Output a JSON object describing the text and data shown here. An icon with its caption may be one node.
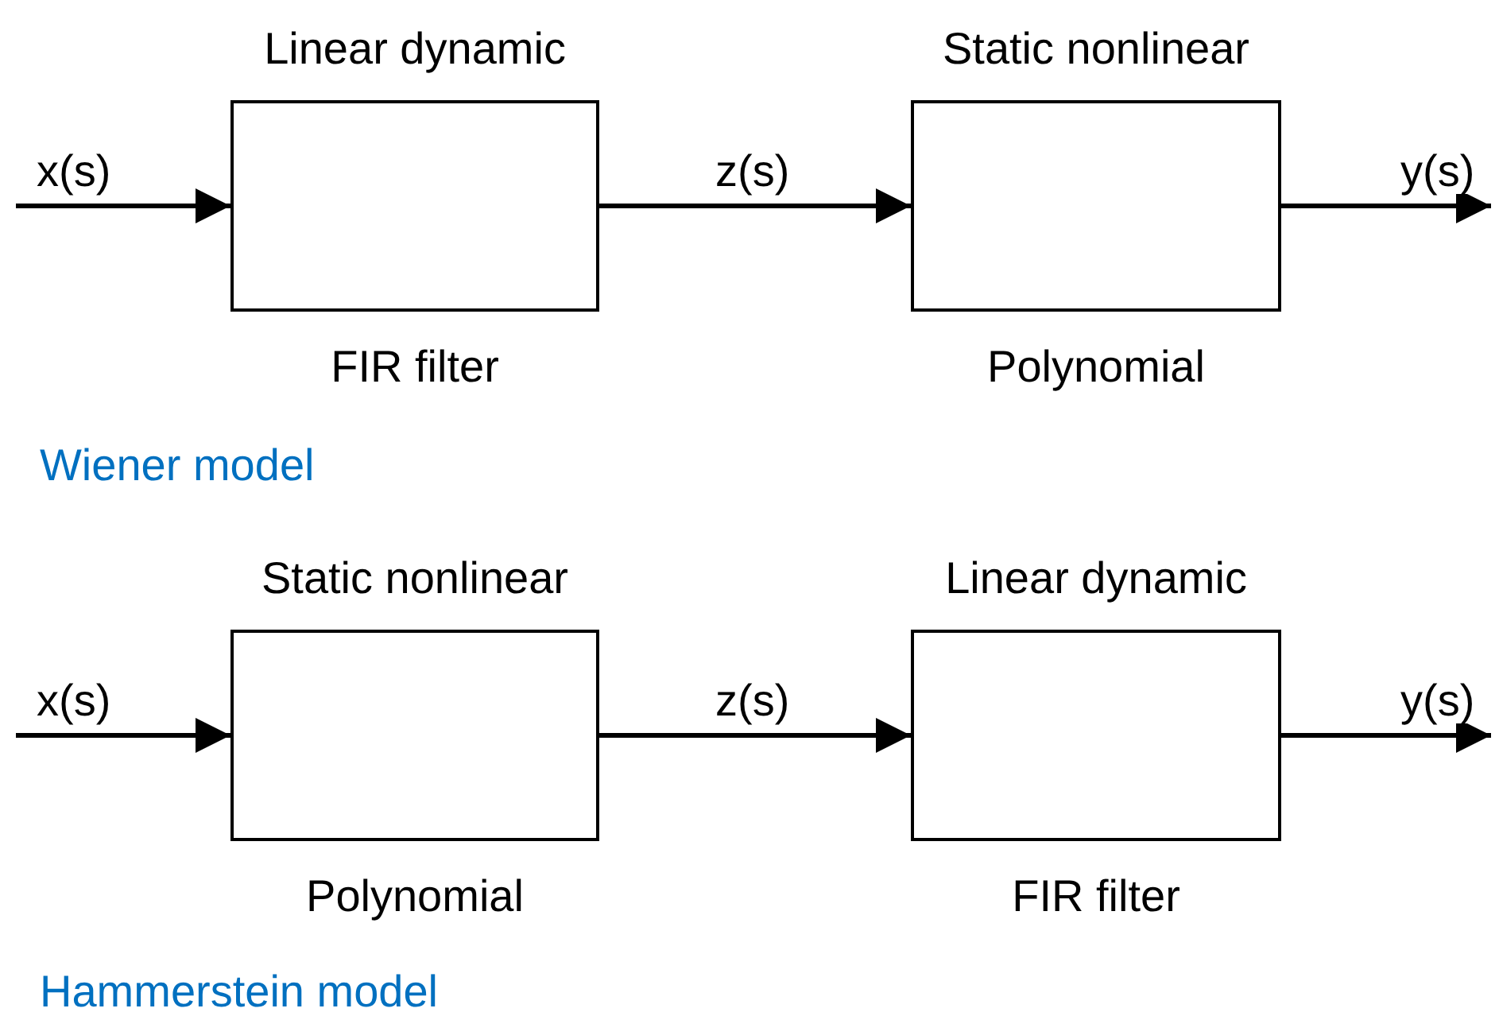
{
  "diagram": {
    "nodes": [
      {
        "text": [
          "Linear dynamic",
          "FIR filter"
        ]
      },
      {
        "text": [
          "Static nonlinear",
          "Polynomial"
        ]
      },
      {
        "text": [
          "Static nonlinear",
          "Polynomial"
        ]
      },
      {
        "text": [
          "Linear dynamic",
          "FIR filter"
        ]
      }
    ],
    "edges": [
      {
        "from": null,
        "to": 0,
        "arrow": "to",
        "label": "x(s)"
      },
      {
        "from": 0,
        "to": 1,
        "arrow": "to",
        "label": "z(s)"
      },
      {
        "from": 1,
        "to": null,
        "arrow": "to",
        "label": "y(s)"
      },
      {
        "from": null,
        "to": 2,
        "arrow": "to",
        "label": "x(s)"
      },
      {
        "from": 2,
        "to": 3,
        "arrow": "to",
        "label": "z(s)"
      },
      {
        "from": 3,
        "to": null,
        "arrow": "to",
        "label": "y(s)"
      }
    ],
    "labels": [
      "Wiener model",
      "Hammerstein model"
    ]
  }
}
